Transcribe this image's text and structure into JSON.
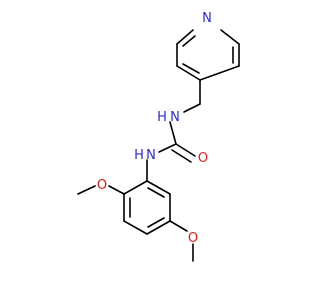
{
  "molecule": {
    "atoms": {
      "pyridine_n": "N",
      "amine_n_upper": "N",
      "amine_h_upper": "H",
      "amine_n_lower": "N",
      "amine_h_lower": "H",
      "carbonyl_o": "O",
      "methoxy_o_upper": "O",
      "methoxy_o_lower": "O"
    },
    "colors": {
      "bond": "#000000",
      "nitrogen": "#2a2ad6",
      "oxygen": "#d62020",
      "background": "#ffffff"
    }
  }
}
